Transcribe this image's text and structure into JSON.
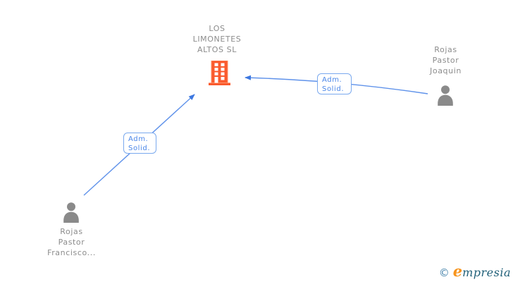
{
  "colors": {
    "connector_blue": "#5f92ea",
    "arrowhead_blue": "#3d78e0",
    "relation_label_border": "#7aa9ee",
    "relation_label_text": "#4a86e8",
    "building_orange": "#fa5a2d",
    "node_text_gray": "#8c8c8c",
    "person_icon_gray": "#8a8a8a",
    "logo_copyright_blue": "#3f7fa8",
    "logo_initial_orange": "#f7941d",
    "logo_text_teal": "#1f5f78"
  },
  "diagram": {
    "company": {
      "name": "LOS LIMONETES ALTOS SL",
      "name_lines": "LOS\nLIMONETES\nALTOS SL"
    },
    "persons": [
      {
        "name": "Rojas Pastor Francisco...",
        "name_lines": "Rojas\nPastor\nFrancisco..."
      },
      {
        "name": "Rojas Pastor Joaquin",
        "name_lines": "Rojas\nPastor\nJoaquin"
      }
    ],
    "relations": [
      {
        "label": "Adm. Solid.",
        "label_lines": "Adm.\nSolid.",
        "from": "Rojas Pastor Francisco...",
        "to": "LOS LIMONETES ALTOS SL"
      },
      {
        "label": "Adm. Solid.",
        "label_lines": "Adm.\nSolid.",
        "from": "Rojas Pastor Joaquin",
        "to": "LOS LIMONETES ALTOS SL"
      }
    ]
  },
  "footer": {
    "copyright_symbol": "©",
    "brand_initial": "e",
    "brand_rest": "mpresia"
  }
}
